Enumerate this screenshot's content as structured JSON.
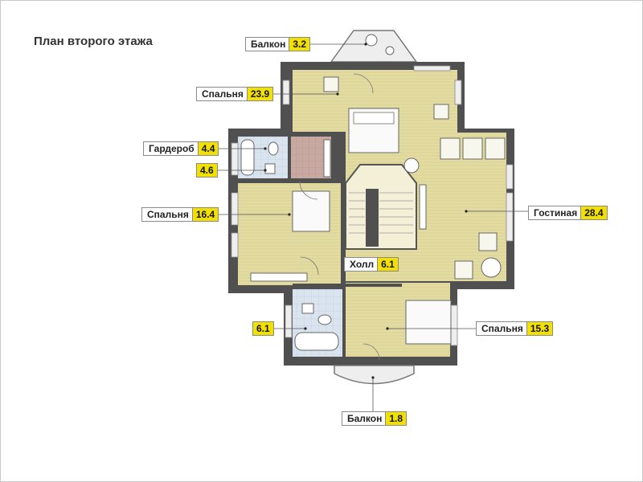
{
  "title": "План второго этажа",
  "colors": {
    "wall": "#505050",
    "wood_floor": "#e3dca2",
    "bath_floor": "#d9e4ef",
    "closet_floor": "#c8a9a2",
    "area_badge": "#f2e000",
    "window": "#eeeeee"
  },
  "rooms": [
    {
      "key": "balkon_top",
      "name": "Балкон",
      "area": "3.2"
    },
    {
      "key": "bedroom_top",
      "name": "Спальня",
      "area": "23.9"
    },
    {
      "key": "wardrobe",
      "name": "Гардероб",
      "area": "4.4"
    },
    {
      "key": "bath_left",
      "name": "",
      "area": "4.6"
    },
    {
      "key": "bedroom_left",
      "name": "Спальня",
      "area": "16.4"
    },
    {
      "key": "living",
      "name": "Гостиная",
      "area": "28.4"
    },
    {
      "key": "hall",
      "name": "Холл",
      "area": "6.1"
    },
    {
      "key": "bath_bottom",
      "name": "",
      "area": "6.1"
    },
    {
      "key": "bedroom_right",
      "name": "Спальня",
      "area": "15.3"
    },
    {
      "key": "balkon_bottom",
      "name": "Балкон",
      "area": "1.8"
    }
  ],
  "icons": [
    "bed-icon",
    "armchair-icon",
    "bathtub-icon",
    "toilet-icon",
    "sink-icon",
    "stairs-icon",
    "table-icon",
    "plant-icon",
    "door-swing-icon",
    "window-icon"
  ]
}
